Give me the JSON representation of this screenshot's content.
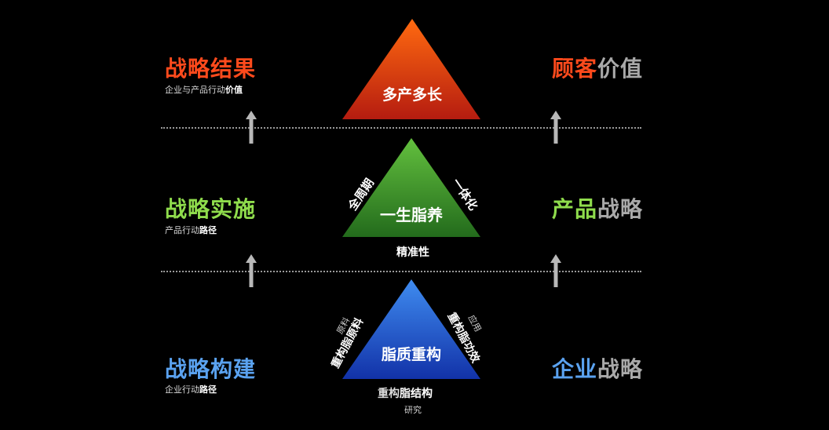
{
  "left": {
    "result": {
      "title": "战略结果",
      "sub_plain": "企业与产品行动",
      "sub_bold": "价值",
      "color": "#ff4a1c"
    },
    "implement": {
      "title": "战略实施",
      "sub_plain": "产品行动",
      "sub_bold": "路径",
      "color": "#8fdc4c"
    },
    "build": {
      "title": "战略构建",
      "sub_plain": "企业行动",
      "sub_bold": "路径",
      "color": "#5aa2f0"
    }
  },
  "right": {
    "customer": {
      "accent": "顾客",
      "rest": "价值",
      "color": "#ff4a1c"
    },
    "product": {
      "accent": "产品",
      "rest": "战略",
      "color": "#8fdc4c"
    },
    "enterprise": {
      "accent": "企业",
      "rest": "战略",
      "color": "#5aa2f0"
    }
  },
  "triangles": {
    "top": {
      "label": "多产多长",
      "color_top": "#ff6a10",
      "color_bottom": "#b51c10"
    },
    "middle": {
      "label": "一生脂养",
      "left_side": "全周期",
      "right_side": "一体化",
      "base": "精准性",
      "color_top": "#63c03e",
      "color_bottom": "#236b1c"
    },
    "bottom": {
      "label": "脂质重构",
      "left_small": "原料",
      "left_main": "重构脂原料",
      "right_small": "应用",
      "right_main": "重构脂功效",
      "base_plain": "重构",
      "base_bold": "脂结构",
      "base_small": "研究",
      "color_top": "#3f8cf0",
      "color_bottom": "#1232a8"
    }
  }
}
